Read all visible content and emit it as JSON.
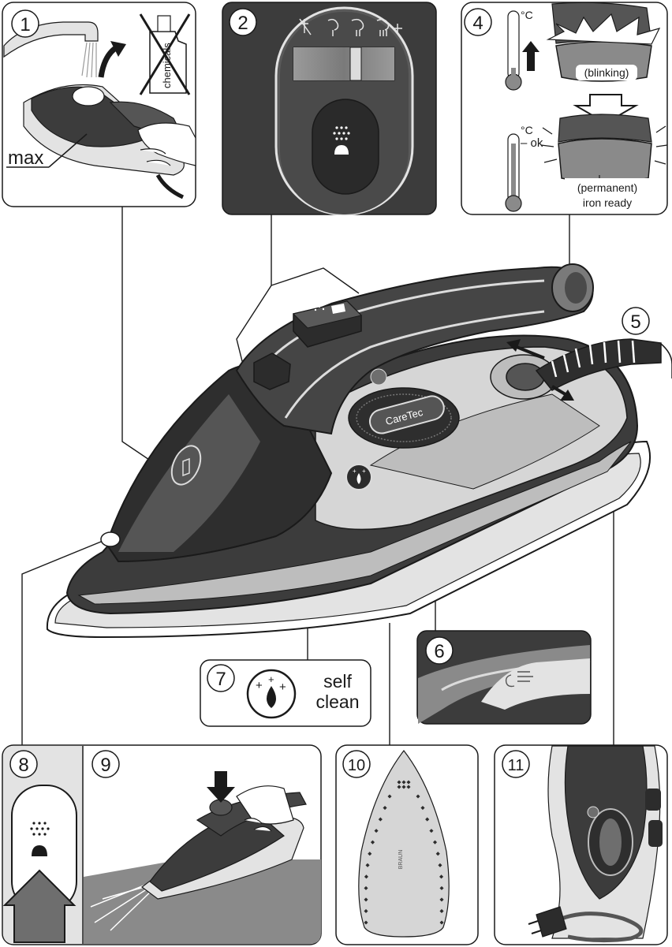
{
  "panels": [
    {
      "id": "p1",
      "number": "1",
      "labels": {
        "chemicals": "chemicals",
        "max": "max"
      }
    },
    {
      "id": "p2",
      "number": "2"
    },
    {
      "id": "p3",
      "number": "4",
      "labels": {
        "degc_top": "°C",
        "blinking": "(blinking)",
        "degc_bottom": "°C",
        "ok": "– ok",
        "permanent": "(permanent)",
        "iron_ready": "iron ready"
      }
    },
    {
      "id": "p5",
      "number": "5"
    },
    {
      "id": "p6",
      "number": "6"
    },
    {
      "id": "p7",
      "number": "7",
      "labels": {
        "self": "self",
        "clean": "clean"
      }
    },
    {
      "id": "p8",
      "number": "8"
    },
    {
      "id": "p9",
      "number": "9"
    },
    {
      "id": "p10",
      "number": "10",
      "labels": {
        "brand": "BRAUN"
      }
    },
    {
      "id": "p11",
      "number": "11"
    }
  ],
  "iron": {
    "logo": "CareTec"
  },
  "colors": {
    "dark": "#3c3c3c",
    "mid": "#6e6e6e",
    "light": "#bdbdbd",
    "pale": "#e3e3e3",
    "line": "#1a1a1a"
  },
  "icons": [
    "faucet-icon",
    "crossed-bottle-icon",
    "steam-off-icon",
    "steam-low-icon",
    "steam-mid-icon",
    "steam-max-icon",
    "steam-shot-icon",
    "thermometer-icon",
    "arrow-up-icon",
    "down-arrow-icon",
    "self-clean-icon",
    "eco-steam-icon",
    "hand-icon",
    "power-plug-icon"
  ]
}
